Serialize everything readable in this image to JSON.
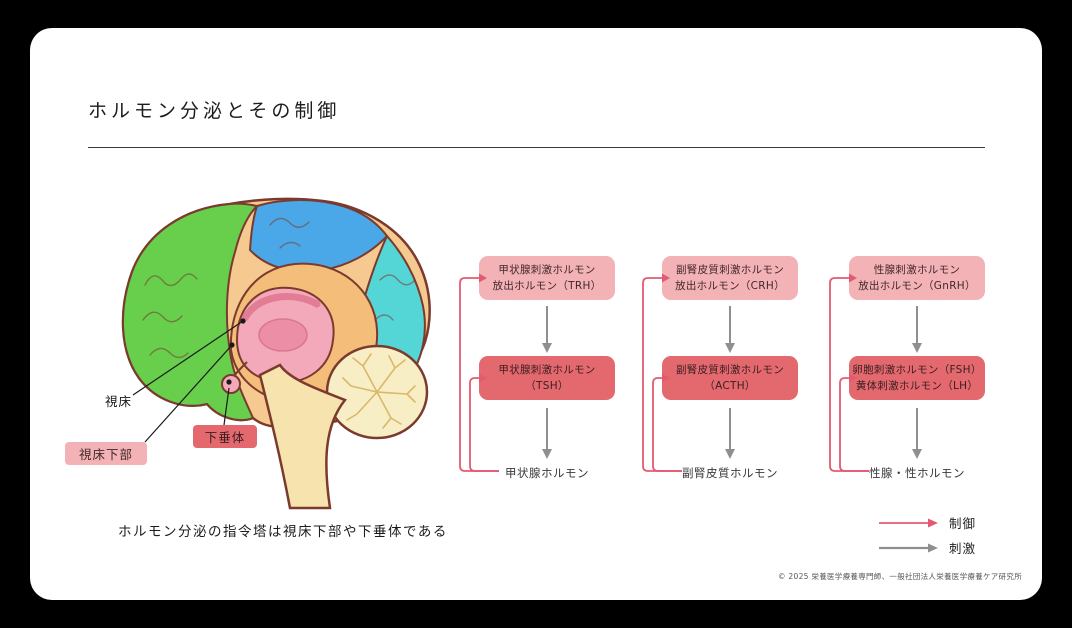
{
  "page": {
    "title": "ホルモン分泌とその制御",
    "caption": "ホルモン分泌の指令塔は視床下部や下垂体である",
    "copyright": "© 2025 栄養医学療養専門師、一般社団法人栄養医学療養ケア研究所"
  },
  "brain": {
    "labels": {
      "thalamus": "視床",
      "hypothalamus": "視床下部",
      "pituitary": "下垂体"
    }
  },
  "columns": [
    {
      "releasing_line1": "甲状腺刺激ホルモン",
      "releasing_line2": "放出ホルモン（TRH）",
      "stimulating_line1": "甲状腺刺激ホルモン",
      "stimulating_line2": "（TSH）",
      "end_hormone": "甲状腺ホルモン"
    },
    {
      "releasing_line1": "副腎皮質刺激ホルモン",
      "releasing_line2": "放出ホルモン（CRH）",
      "stimulating_line1": "副腎皮質刺激ホルモン",
      "stimulating_line2": "（ACTH）",
      "end_hormone": "副腎皮質ホルモン"
    },
    {
      "releasing_line1": "性腺刺激ホルモン",
      "releasing_line2": "放出ホルモン（GnRH）",
      "stimulating_line1": "卵胞刺激ホルモン（FSH）",
      "stimulating_line2": "黄体刺激ホルモン（LH）",
      "end_hormone": "性腺・性ホルモン"
    }
  ],
  "legend": {
    "control": "制御",
    "stimulation": "刺激"
  },
  "colors": {
    "box_light": "#f2b2b6",
    "box_dark": "#e4696f",
    "feedback_arrow": "#e25b72",
    "flow_arrow": "#8f8f8f"
  }
}
